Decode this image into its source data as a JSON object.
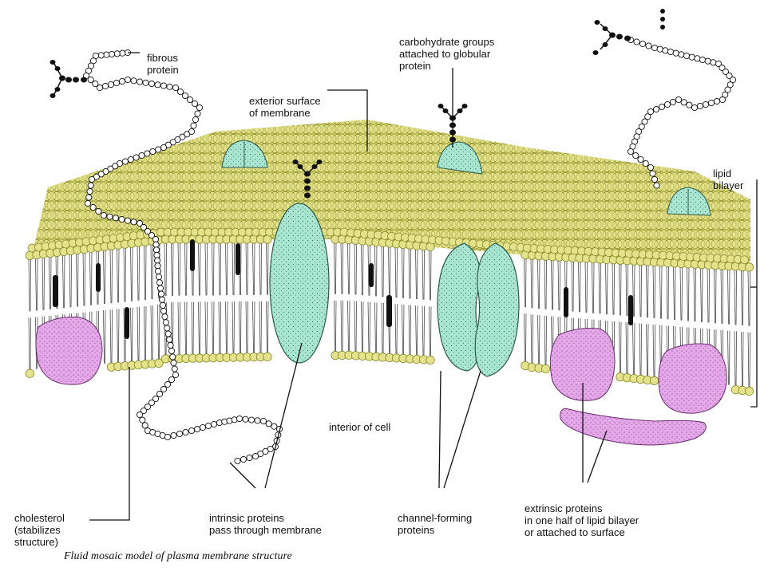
{
  "colors": {
    "lipid_head_fill": "#e4e28a",
    "lipid_head_stroke": "#8a8a2c",
    "surface_fill": "#d8d874",
    "protein_fill": "#a8e6d2",
    "extrinsic_fill": "#e4a8e8",
    "tail_stroke": "#333333",
    "cholesterol": "#111111",
    "line": "#111111"
  },
  "labels": {
    "fibrous_protein": [
      "fibrous",
      "protein"
    ],
    "carbohydrate": [
      "carbohydrate groups",
      "attached to globular",
      "protein"
    ],
    "exterior_surface": [
      "exterior surface",
      "of membrane"
    ],
    "lipid_bilayer": [
      "lipid",
      "bilayer"
    ],
    "interior": [
      "interior of cell"
    ],
    "cholesterol": [
      "cholesterol",
      "(stabilizes",
      "structure)"
    ],
    "intrinsic": [
      "intrinsic proteins",
      "pass through membrane"
    ],
    "channel": [
      "channel-forming",
      "proteins"
    ],
    "extrinsic": [
      "extrinsic proteins",
      "in one half of lipid bilayer",
      "or attached to surface"
    ]
  },
  "caption": "Fluid mosaic model of plasma membrane structure"
}
